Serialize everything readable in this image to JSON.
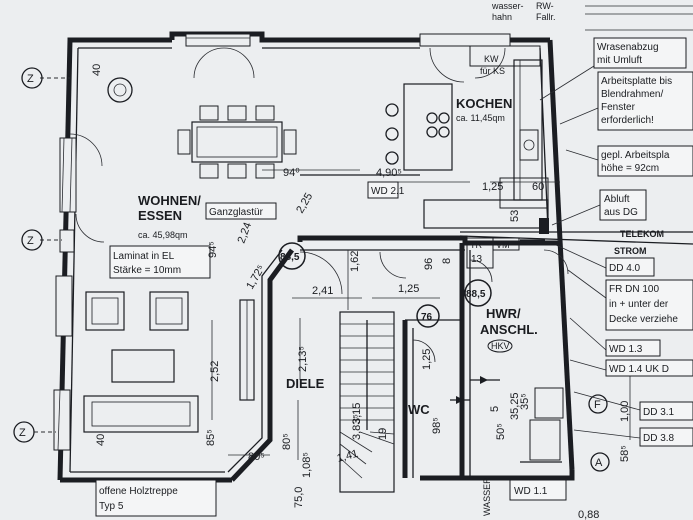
{
  "rooms": {
    "wohnen_line1": "WOHNEN/",
    "wohnen_line2": "ESSEN",
    "wohnen_area": "ca. 45,98qm",
    "kochen": "KOCHEN",
    "kochen_area": "ca. 11,45qm",
    "diele": "DIELE",
    "wc": "WC",
    "hwr_line1": "HWR/",
    "hwr_line2": "ANSCHL."
  },
  "annotations": {
    "wasser_top": "wasser-",
    "hahn": "hahn",
    "rw_line1": "RW-",
    "rw_line2": "Fallr.",
    "kw": "KW",
    "kw_ks": "für KS",
    "wrasen_line1": "Wrasenabzug",
    "wrasen_line2": "mit Umluft",
    "arbeitsplatte_line1": "Arbeitsplatte bis",
    "arbeitsplatte_line2": "Blendrahmen/",
    "arbeitsplatte_line3": "Fenster",
    "arbeitsplatte_line4": "erforderlich!",
    "gepl_line1": "gepl. Arbeitspla",
    "gepl_line2": "höhe = 92cm",
    "abluft_line1": "Abluft",
    "abluft_line2": "aus DG",
    "telekom": "TELEKOM",
    "strom": "STROM",
    "dd40": "DD 4.0",
    "fr_line1": "FR DN 100",
    "fr_line2": "in + unter der",
    "fr_line3": "Decke verziehe",
    "wd13": "WD 1.3",
    "wd14": "WD 1.4 UK D",
    "dd31": "DD 3.1",
    "dd38": "DD 3.8",
    "wd11": "WD 1.1",
    "wd21": "WD 2.1",
    "ganzglastuer": "Ganzglastür",
    "laminat_line1": "Laminat in EL",
    "laminat_line2": "Stärke = 10mm",
    "treppe_line1": "offene Holztreppe",
    "treppe_line2": "Typ 5",
    "tr": "TR",
    "num13": "13",
    "vm": "VM",
    "hkv": "HKV",
    "wasser_bottom": "WASSER",
    "grid_z": "Z",
    "grid_f": "F",
    "grid_a": "A"
  },
  "dimensions": {
    "d40a": "40",
    "d940": "94⁰",
    "d490": "4,90⁵",
    "d125a": "1,25",
    "d60": "60",
    "d53": "53",
    "d225": "2,25",
    "d885a": "88,5",
    "d945": "94⁵",
    "d2241": "2,24",
    "d1725": "1,72⁵",
    "d241": "2,41",
    "d162": "1,62",
    "d125b": "1,25",
    "d885b": "88,5",
    "d96": "96",
    "d8": "8",
    "d252": "2,52",
    "d2135": "2,13⁵",
    "d76": "76",
    "d125c": "1,25",
    "d315": "3,15",
    "d855": "85⁵",
    "d805a": "80⁵",
    "d805b": "80⁵",
    "d40b": "40",
    "d985": "98⁵",
    "d19": "19",
    "d3835": "3,83⁵",
    "d1085": "1,08⁵",
    "d141": "1,41",
    "d750": "75,0",
    "d100": "1,00",
    "d585": "58⁵",
    "d505": "50⁵",
    "d3525": "35,25",
    "d355": "35⁵",
    "d5": "5",
    "d088": "0,88"
  }
}
